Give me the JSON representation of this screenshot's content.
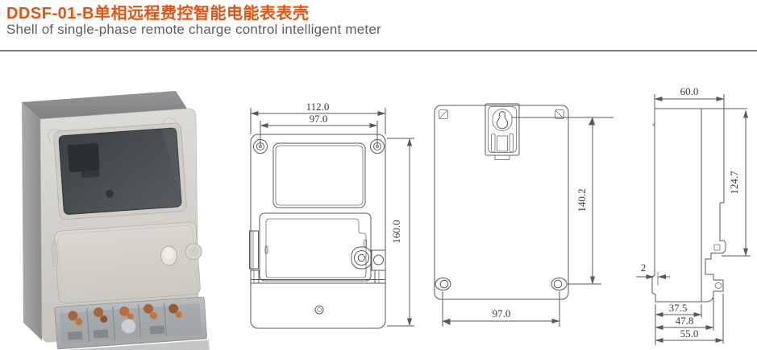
{
  "header": {
    "title": "DDSF-01-B单相远程费控智能电能表表壳",
    "subtitle": "Shell of single-phase remote charge control intelligent meter"
  },
  "colors": {
    "title_accent": "#e8520f",
    "subtitle_gray": "#5e5e5e",
    "drawing_line": "#58595b",
    "dimension_text": "#3c3c3c",
    "shell_body": "#d6d4cd",
    "shell_window": "#41464a",
    "terminal_copper": "#a8643a"
  },
  "views": {
    "front": {
      "label": "front view drawing",
      "dim_overall_width": "112.0",
      "dim_hole_spacing": "97.0",
      "dim_height": "160.0"
    },
    "back": {
      "label": "back view drawing",
      "dim_height": "140.2",
      "dim_hole_spacing": "97.0"
    },
    "side": {
      "label": "side view drawing",
      "dim_depth": "60.0",
      "dim_height": "124.7",
      "dim_thickness": "2",
      "dim_w1": "37.5",
      "dim_w2": "47.8",
      "dim_w3": "55.0"
    }
  },
  "photo": {
    "label": "product photo of meter shell"
  }
}
